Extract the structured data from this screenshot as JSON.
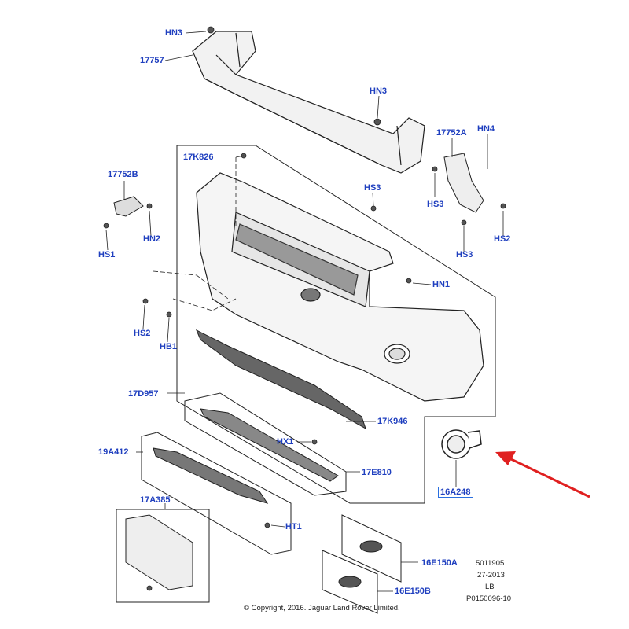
{
  "labels": {
    "hn3_top": "HN3",
    "p17757": "17757",
    "hn3_mid": "HN3",
    "p17752a": "17752A",
    "hn4": "HN4",
    "p17k826": "17K826",
    "p17752b": "17752B",
    "hs3_mid": "HS3",
    "hs3_right": "HS3",
    "hn2_left": "HN2",
    "hs2_right": "HS2",
    "hs1": "HS1",
    "hs3_bottom": "HS3",
    "hn1": "HN1",
    "hs2_left": "HS2",
    "hb1": "HB1",
    "p17d957": "17D957",
    "p17k946": "17K946",
    "hx1": "HX1",
    "p19a412": "19A412",
    "p17e810": "17E810",
    "p16a248": "16A248",
    "p17a385": "17A385",
    "ht1": "HT1",
    "p16e150a": "16E150A",
    "p16e150b": "16E150B"
  },
  "meta": {
    "line1": "5011905",
    "line2": "27-2013",
    "line3": "LB",
    "line4": "P0150096-10"
  },
  "copyright": "© Copyright, 2016. Jaguar Land Rover Limited.",
  "colors": {
    "label": "#1f3fbf",
    "arrow": "#e02020",
    "line": "#222222"
  }
}
